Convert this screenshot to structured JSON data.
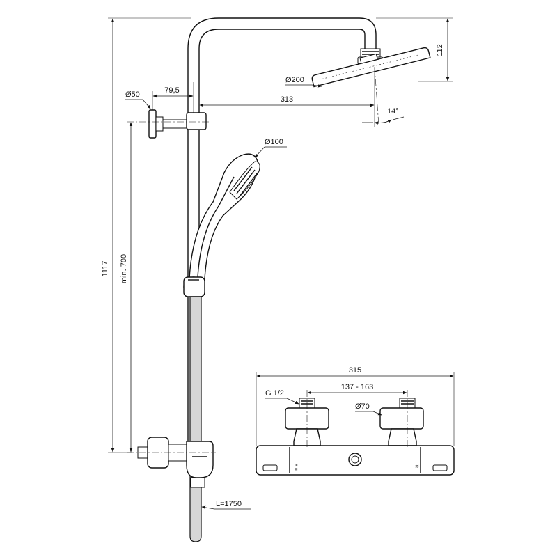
{
  "dimensions": {
    "total_height": "1117",
    "min_height": "min. 700",
    "arm_reach": "313",
    "head_drop": "112",
    "head_diameter": "Ø200",
    "head_angle": "14°",
    "wall_flange_diameter": "Ø50",
    "wall_offset": "79,5",
    "hand_shower_diameter": "Ø100",
    "hose_length": "L=1750",
    "mixer_width": "315",
    "inlet_spacing": "137 - 163",
    "inlet_thread": "G 1/2",
    "knob_diameter": "Ø70"
  },
  "mixer_markings": {
    "temp_scale": "≡ +",
    "flow_scale": "≋"
  },
  "colors": {
    "line": "#111111",
    "hose_fill": "#d6d6d6",
    "background": "#ffffff"
  }
}
